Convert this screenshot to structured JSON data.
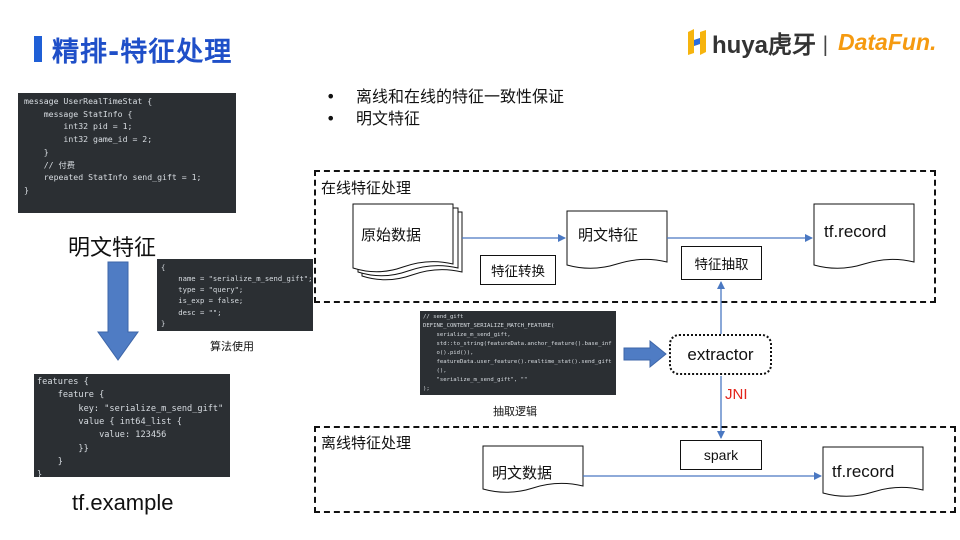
{
  "header": {
    "title": "精排-特征处理",
    "logo_huya": "huya虎牙",
    "logo_separator": "|",
    "logo_datafun": "DataFun."
  },
  "code_blocks": {
    "proto_def": "message UserRealTimeStat {\n    message StatInfo {\n        int32 pid = 1;\n        int32 game_id = 2;\n    }\n    // 付费\n    repeated StatInfo send_gift = 1;\n}",
    "feature_config": "{\n    name = \"serialize_m_send_gift\";\n    type = \"query\";\n    is_exp = false;\n    desc = \"\";\n}",
    "tf_example": "features {\n    feature {\n        key: \"serialize_m_send_gift\"\n        value { int64_list {\n            value: 123456\n        }}\n    }\n}",
    "extract_logic": "// send_gift\nDEFINE_CONTENT_SERIALIZE_MATCH_FEATURE(\n    serialize_m_send_gift,\n    std::to_string(featureData.anchor_feature().base_inf\n    o().pid()),\n    featureData.user_feature().realtime_stat().send_gift\n    (),\n    \"serialize_m_send_gift\", \"\"\n);"
  },
  "labels": {
    "mingwen_feature": "明文特征",
    "tf_example": "tf.example",
    "algorithm_use": "算法使用",
    "extract_logic": "抽取逻辑"
  },
  "bullets": [
    "离线和在线的特征一致性保证",
    "明文特征"
  ],
  "online": {
    "title": "在线特征处理",
    "raw_data": "原始数据",
    "plain_feature": "明文特征",
    "tfrecord": "tf.record",
    "feature_transform": "特征转换",
    "feature_extract": "特征抽取"
  },
  "middle": {
    "extractor": "extractor",
    "jni": "JNI"
  },
  "offline": {
    "title": "离线特征处理",
    "plain_data": "明文数据",
    "spark": "spark",
    "tfrecord": "tf.record"
  },
  "colors": {
    "title_blue": "#1f4fc8",
    "arrow_blue": "#4a78c2",
    "jni_red": "#e3241b",
    "code_bg": "#2b2f33",
    "datafun_orange": "#f59a10"
  }
}
